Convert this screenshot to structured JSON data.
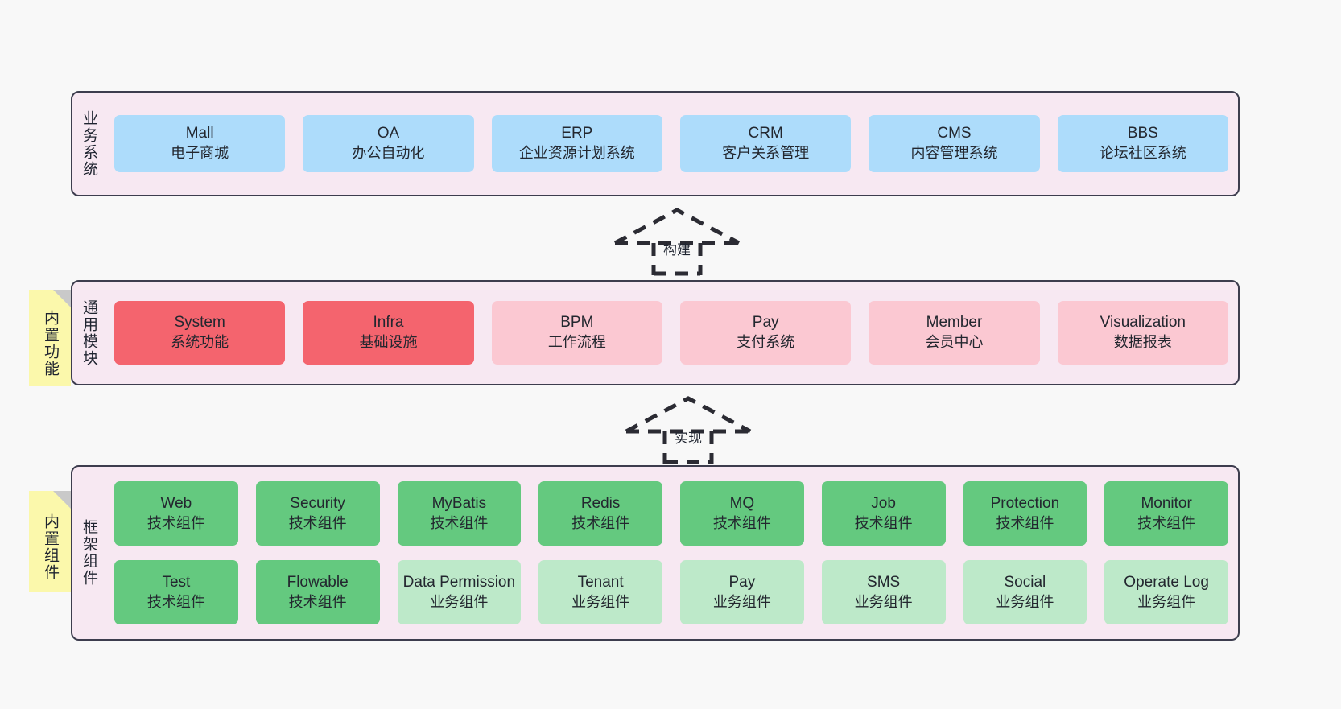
{
  "diagram": {
    "background_color": "#f8f8f8",
    "layer_fill": "#f7e8f2",
    "layer_border": "#3d3d4e",
    "note_fill": "#fbf8ab"
  },
  "notes": [
    {
      "name": "builtin-function",
      "text": "内置功能"
    },
    {
      "name": "builtin-component",
      "text": "内置组件"
    }
  ],
  "connectors": [
    {
      "name": "build",
      "label": "构建",
      "style": "dashed-generalization-up"
    },
    {
      "name": "implement",
      "label": "实现",
      "style": "dashed-generalization-up"
    }
  ],
  "layers": [
    {
      "id": "business",
      "label": "业务系统",
      "accent": "#addcfb",
      "rows": [
        {
          "cards": [
            {
              "en": "Mall",
              "cn": "电子商城",
              "variant": "v-blue",
              "color": "#addcfb"
            },
            {
              "en": "OA",
              "cn": "办公自动化",
              "variant": "v-blue",
              "color": "#addcfb"
            },
            {
              "en": "ERP",
              "cn": "企业资源计划系统",
              "variant": "v-blue",
              "color": "#addcfb"
            },
            {
              "en": "CRM",
              "cn": "客户关系管理",
              "variant": "v-blue",
              "color": "#addcfb"
            },
            {
              "en": "CMS",
              "cn": "内容管理系统",
              "variant": "v-blue",
              "color": "#addcfb"
            },
            {
              "en": "BBS",
              "cn": "论坛社区系统",
              "variant": "v-blue",
              "color": "#addcfb"
            }
          ]
        }
      ]
    },
    {
      "id": "common",
      "label": "通用模块",
      "accent": "#f4646e",
      "rows": [
        {
          "cards": [
            {
              "en": "System",
              "cn": "系统功能",
              "variant": "v-red",
              "color": "#f4646e"
            },
            {
              "en": "Infra",
              "cn": "基础设施",
              "variant": "v-red",
              "color": "#f4646e"
            },
            {
              "en": "BPM",
              "cn": "工作流程",
              "variant": "v-pink",
              "color": "#fbc8d2"
            },
            {
              "en": "Pay",
              "cn": "支付系统",
              "variant": "v-pink",
              "color": "#fbc8d2"
            },
            {
              "en": "Member",
              "cn": "会员中心",
              "variant": "v-pink",
              "color": "#fbc8d2"
            },
            {
              "en": "Visualization",
              "cn": "数据报表",
              "variant": "v-pink",
              "color": "#fbc8d2"
            }
          ]
        }
      ]
    },
    {
      "id": "frame",
      "label": "框架组件",
      "accent": "#64c97f",
      "rows": [
        {
          "cards": [
            {
              "en": "Web",
              "cn": "技术组件",
              "variant": "v-green",
              "color": "#64c97f"
            },
            {
              "en": "Security",
              "cn": "技术组件",
              "variant": "v-green",
              "color": "#64c97f"
            },
            {
              "en": "MyBatis",
              "cn": "技术组件",
              "variant": "v-green",
              "color": "#64c97f"
            },
            {
              "en": "Redis",
              "cn": "技术组件",
              "variant": "v-green",
              "color": "#64c97f"
            },
            {
              "en": "MQ",
              "cn": "技术组件",
              "variant": "v-green",
              "color": "#64c97f"
            },
            {
              "en": "Job",
              "cn": "技术组件",
              "variant": "v-green",
              "color": "#64c97f"
            },
            {
              "en": "Protection",
              "cn": "技术组件",
              "variant": "v-green",
              "color": "#64c97f"
            },
            {
              "en": "Monitor",
              "cn": "技术组件",
              "variant": "v-green",
              "color": "#64c97f"
            }
          ]
        },
        {
          "cards": [
            {
              "en": "Test",
              "cn": "技术组件",
              "variant": "v-green",
              "color": "#64c97f"
            },
            {
              "en": "Flowable",
              "cn": "技术组件",
              "variant": "v-green",
              "color": "#64c97f"
            },
            {
              "en": "Data Permission",
              "cn": "业务组件",
              "variant": "v-lightgrn",
              "color": "#bde9c9"
            },
            {
              "en": "Tenant",
              "cn": "业务组件",
              "variant": "v-lightgrn",
              "color": "#bde9c9"
            },
            {
              "en": "Pay",
              "cn": "业务组件",
              "variant": "v-lightgrn",
              "color": "#bde9c9"
            },
            {
              "en": "SMS",
              "cn": "业务组件",
              "variant": "v-lightgrn",
              "color": "#bde9c9"
            },
            {
              "en": "Social",
              "cn": "业务组件",
              "variant": "v-lightgrn",
              "color": "#bde9c9"
            },
            {
              "en": "Operate Log",
              "cn": "业务组件",
              "variant": "v-lightgrn",
              "color": "#bde9c9"
            }
          ]
        }
      ]
    }
  ]
}
